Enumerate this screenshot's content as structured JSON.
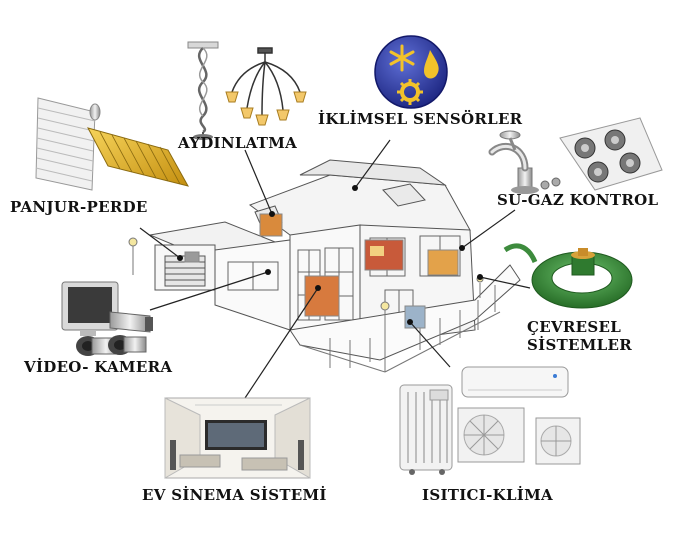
{
  "labels": {
    "aydinlatma": "AYDINLATMA",
    "iklimsel": "İKLİMSEL SENSÖRLER",
    "panjur": "PANJUR-PERDE",
    "su_gaz": "SU-GAZ KONTROL",
    "video": "VİDEO- KAMERA",
    "cevresel_1": "ÇEVRESEL",
    "cevresel_2": "SİSTEMLER",
    "sinema": "EV SİNEMA SİSTEMİ",
    "isitici": "ISITICI-KLİMA"
  },
  "icons": [
    "floor-lamp-icon",
    "chandelier-icon",
    "climate-sensor-icon",
    "roller-shutter-icon",
    "solar-panel-icon",
    "faucet-icon",
    "gas-stove-icon",
    "security-camera-icon",
    "garden-sprinkler-icon",
    "home-theater-icon",
    "oil-heater-icon",
    "air-conditioner-icon",
    "smart-house-icon"
  ],
  "colors": {
    "label_text": "#111111",
    "lines": "#222222",
    "sensor_circle": "#2b3a9a",
    "sensor_symbols": "#f2c22a",
    "sprinkler": "#3d8b3d",
    "solar": "#e0b020"
  }
}
